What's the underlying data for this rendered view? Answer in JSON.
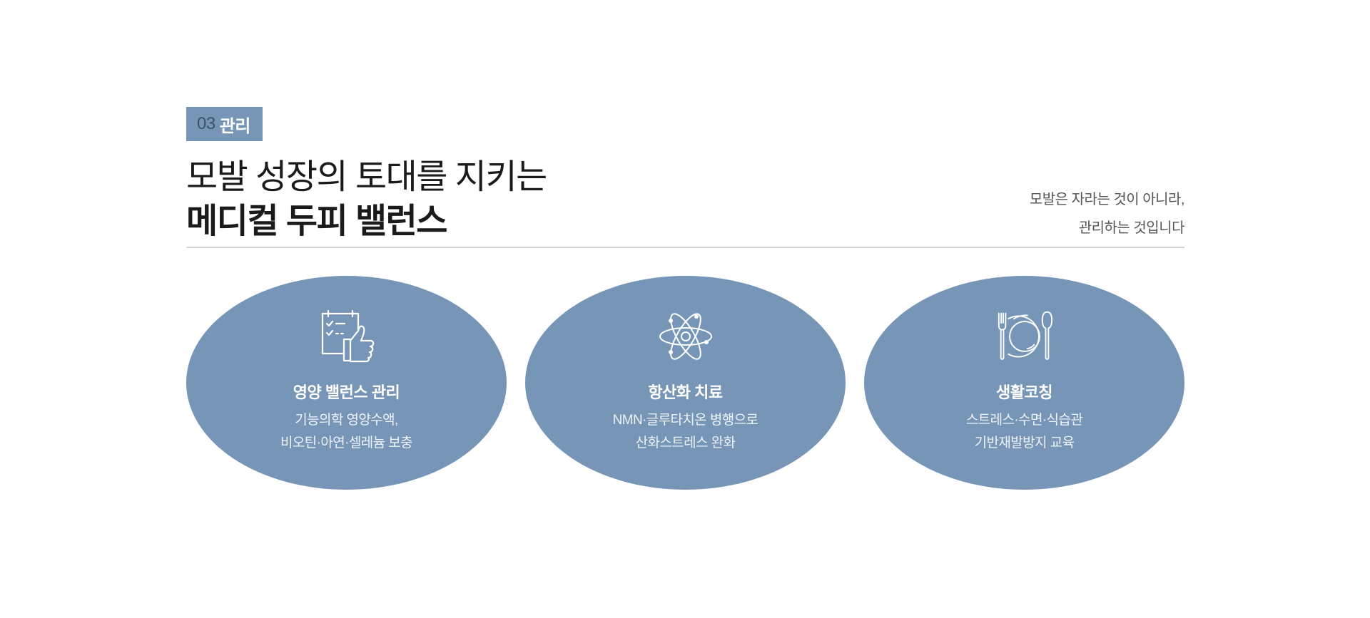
{
  "badge": {
    "number": "03",
    "label": "관리"
  },
  "headline": {
    "line1": "모발 성장의 토대를 지키는",
    "line2": "메디컬 두피 밸런스"
  },
  "tagline": {
    "line1": "모발은 자라는 것이 아니라,",
    "line2": "관리하는 것입니다"
  },
  "colors": {
    "accent": "#7695b7",
    "badge_number": "#3c5269",
    "title_text": "#1a1a1a",
    "tagline_text": "#555555",
    "divider": "#d6d6d6"
  },
  "cards": [
    {
      "icon": "checklist-thumbs-up-icon",
      "title": "영양 밸런스 관리",
      "desc_line1": "기능의학 영양수액,",
      "desc_line2": "비오틴·아연·셀레늄 보충"
    },
    {
      "icon": "atom-icon",
      "title": "항산화 치료",
      "desc_line1": "NMN·글루타치온 병행으로",
      "desc_line2": "산화스트레스 완화"
    },
    {
      "icon": "plate-fork-spoon-icon",
      "title": "생활코칭",
      "desc_line1": "스트레스·수면·식습관",
      "desc_line2": "기반재발방지 교육"
    }
  ]
}
